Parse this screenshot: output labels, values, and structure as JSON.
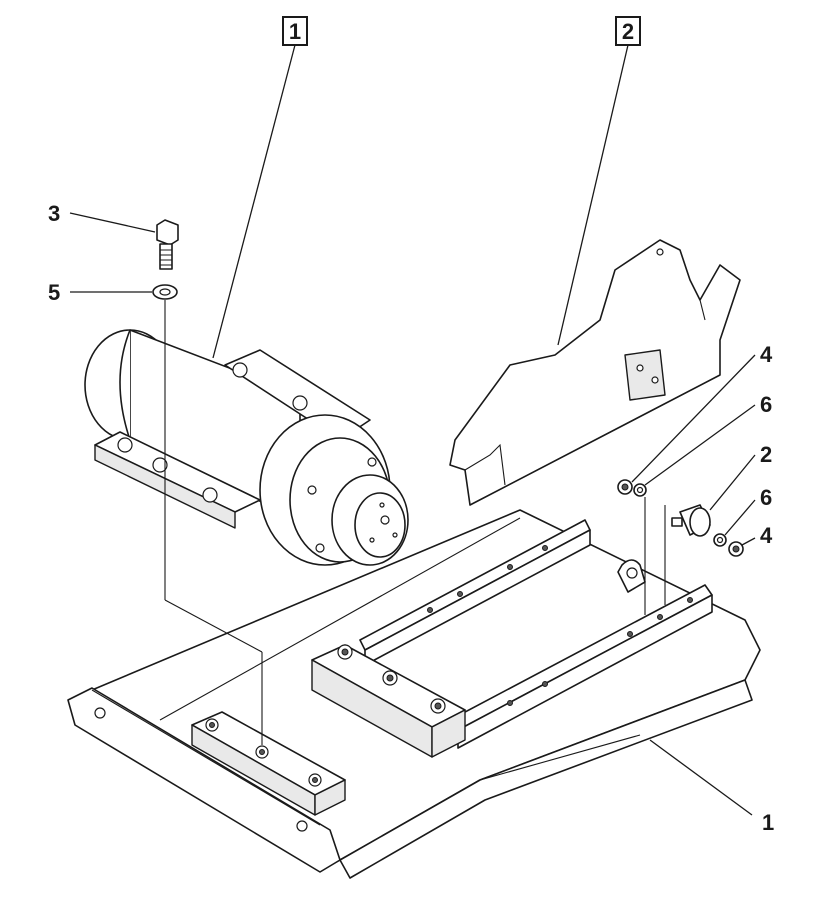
{
  "callouts": {
    "box_1": "1",
    "box_2": "2",
    "item_3": "3",
    "item_5": "5",
    "item_4_top": "4",
    "item_6_top": "6",
    "item_2": "2",
    "item_6_bottom": "6",
    "item_4_bottom": "4",
    "item_1": "1"
  },
  "colors": {
    "line": "#1a1a1a",
    "fill": "#ffffff",
    "shade": "#e9e9e9"
  }
}
